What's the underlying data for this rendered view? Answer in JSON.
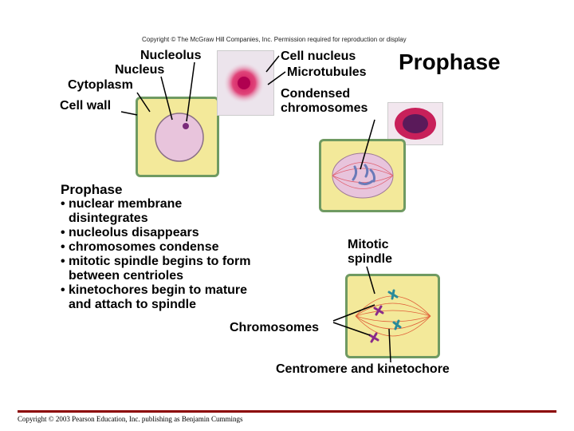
{
  "copyright_top": "Copyright © The McGraw Hill Companies, Inc. Permission required for reproduction or display",
  "title": "Prophase",
  "labels": {
    "nucleolus": "Nucleolus",
    "nucleus": "Nucleus",
    "cytoplasm": "Cytoplasm",
    "cell_wall": "Cell wall",
    "cell_nucleus": "Cell nucleus",
    "microtubules": "Microtubules",
    "condensed_1": "Condensed",
    "condensed_2": "chromosomes",
    "mitotic_1": "Mitotic",
    "mitotic_2": "spindle",
    "chromosomes": "Chromosomes",
    "centromere": "Centromere and kinetochore"
  },
  "summary": {
    "heading": "Prophase",
    "bullets": [
      "nuclear membrane",
      "disintegrates",
      "nucleolus disappears",
      "chromosomes condense",
      "mitotic spindle begins to form",
      "between centrioles",
      "kinetochores begin to mature",
      "and attach to spindle"
    ]
  },
  "footer": "Copyright © 2003 Pearson Education, Inc. publishing as Benjamin Cummings",
  "colors": {
    "cell_fill": "#f3e99a",
    "cell_border": "#6f9a62",
    "nucleus_fill": "#e8c4dc",
    "footer_rule": "#8b0000"
  }
}
